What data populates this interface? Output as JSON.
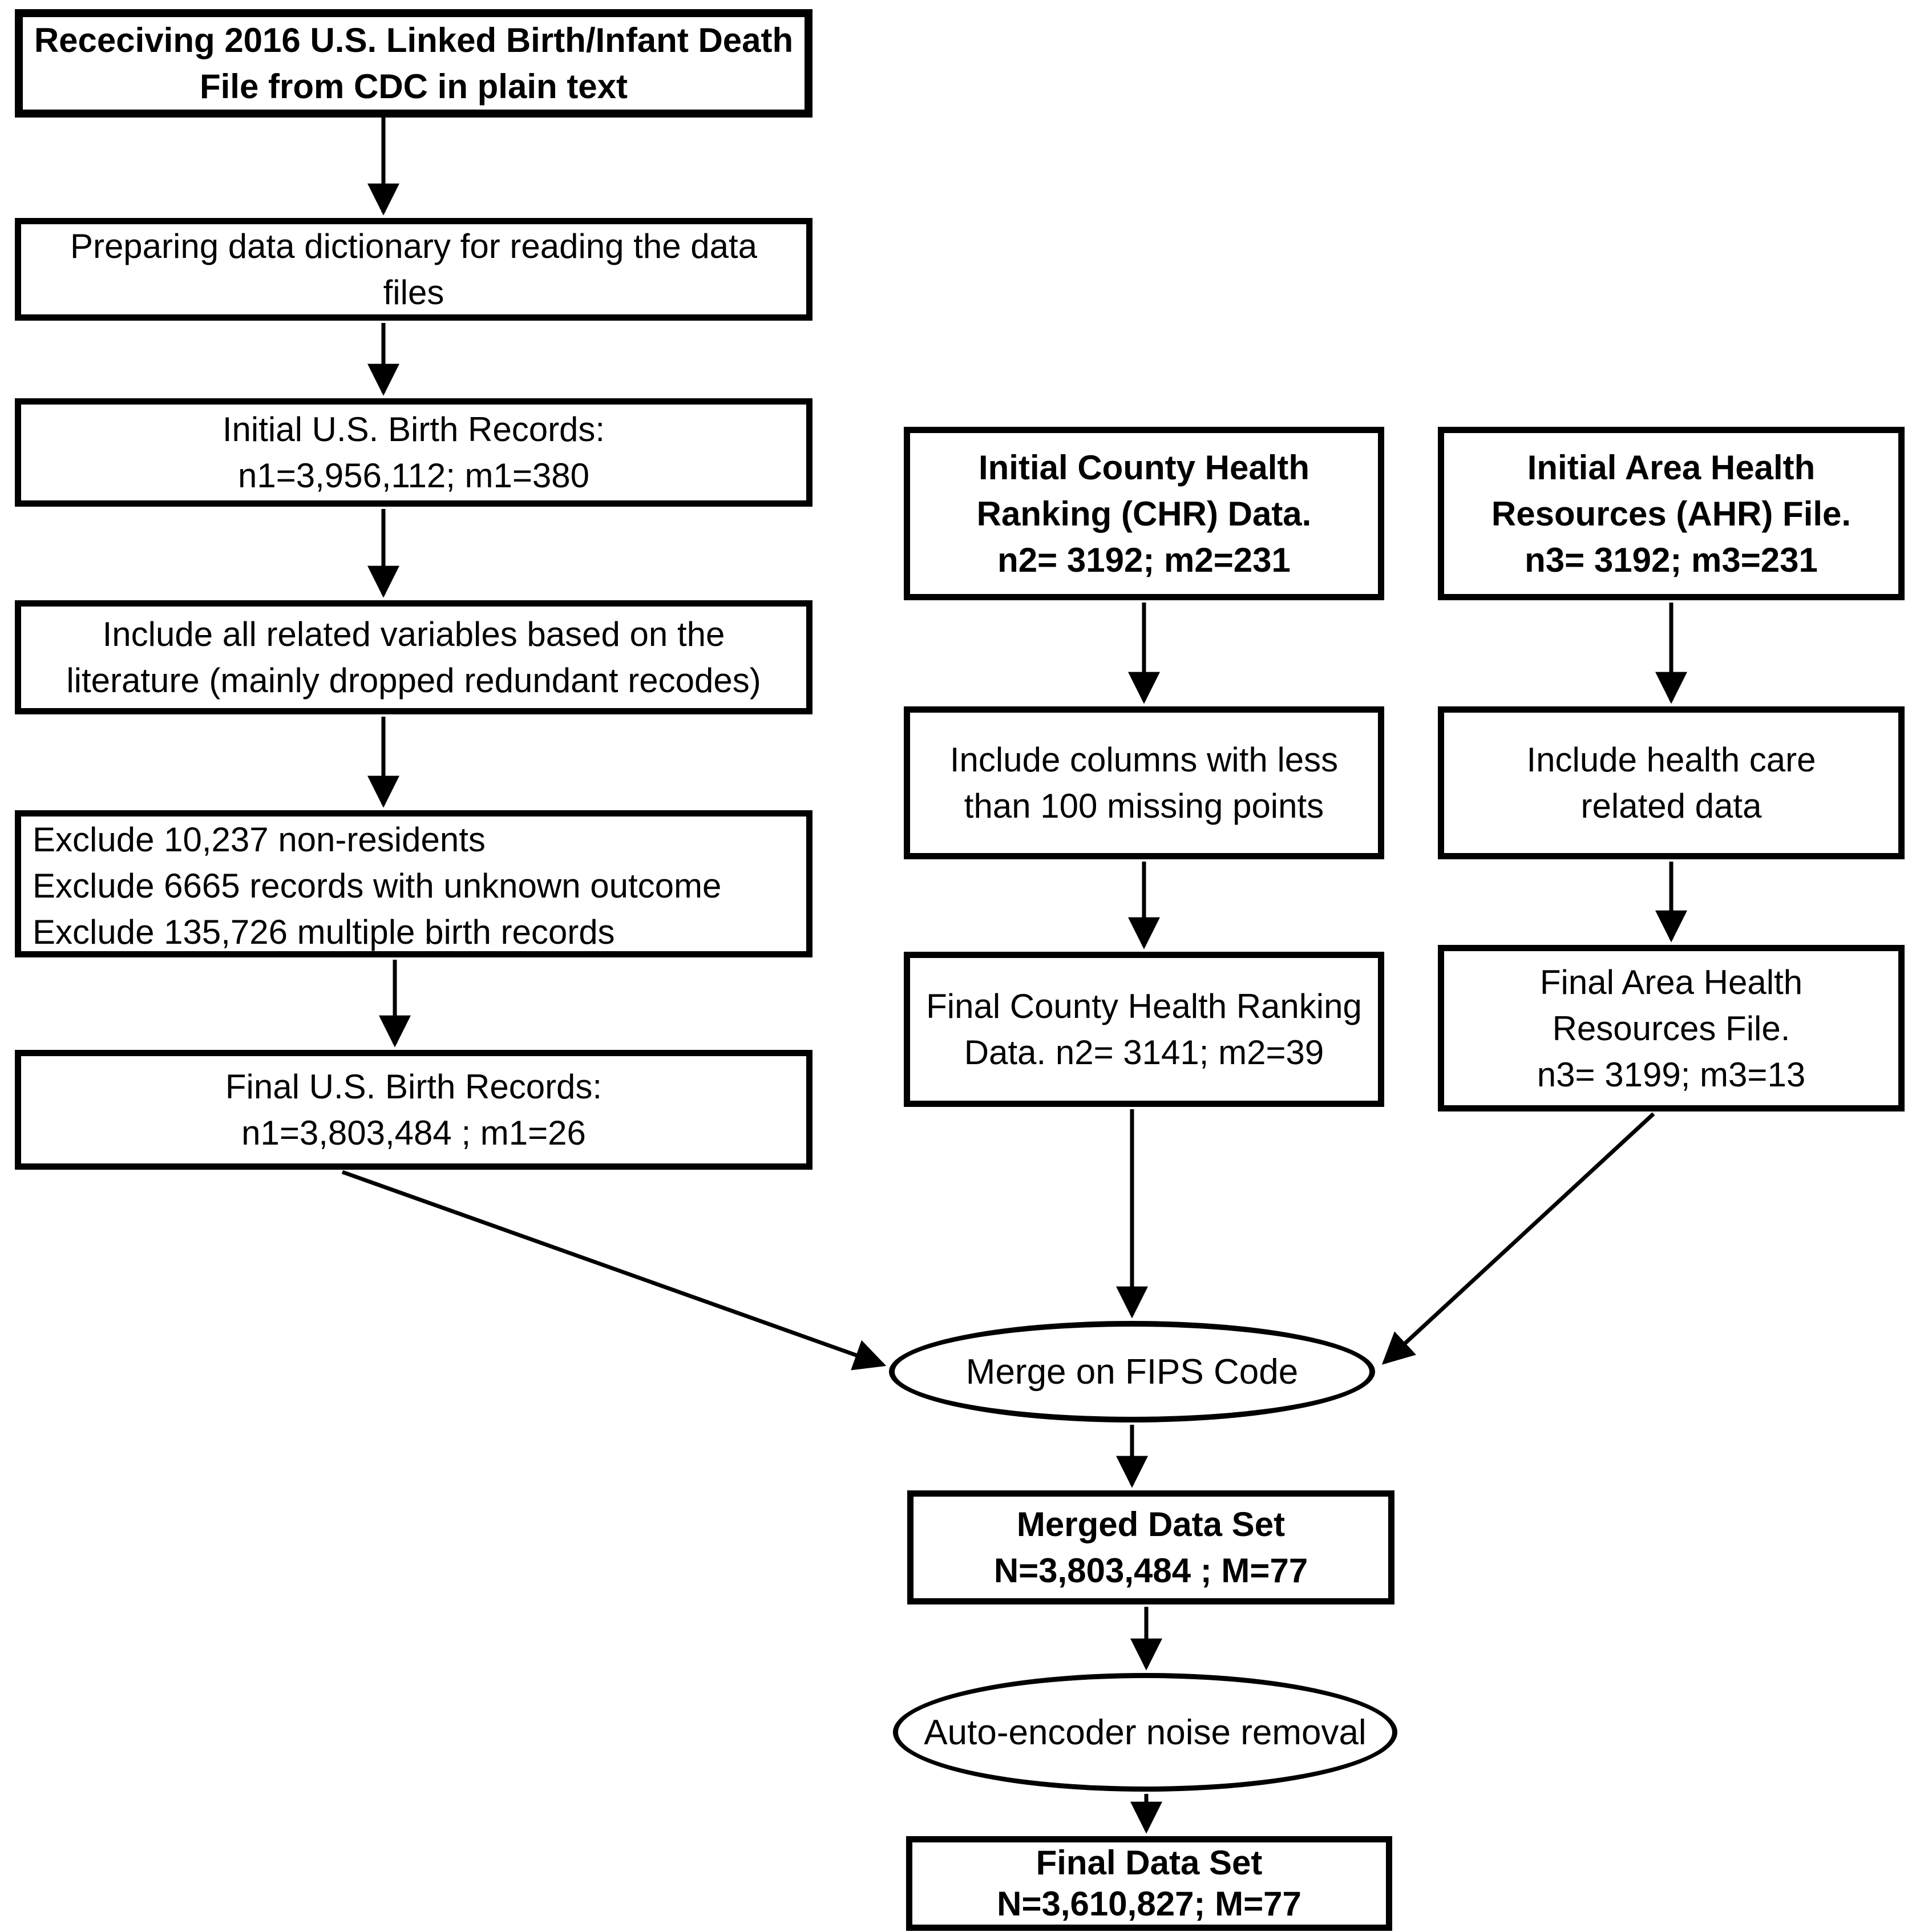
{
  "diagram_type": "flowchart",
  "colors": {
    "stroke": "#000000",
    "background": "#ffffff",
    "text": "#000000"
  },
  "nodes": {
    "receiving_file": {
      "shape": "rect",
      "bold": true,
      "lines": [
        "Receciving 2016 U.S. Linked Birth/Infant Death",
        "File from CDC in plain text"
      ]
    },
    "data_dictionary": {
      "shape": "rect",
      "bold": false,
      "lines": [
        "Preparing data dictionary for reading the data",
        "files"
      ]
    },
    "initial_birth_records": {
      "shape": "rect",
      "bold": false,
      "lines": [
        "Initial U.S. Birth Records:",
        "n1=3,956,112; m1=380"
      ]
    },
    "include_variables": {
      "shape": "rect",
      "bold": false,
      "lines": [
        "Include all related variables based on the",
        "literature (mainly dropped redundant recodes)"
      ]
    },
    "exclusions": {
      "shape": "rect",
      "bold": false,
      "lines": [
        "Exclude 10,237 non-residents",
        "Exclude 6665 records with unknown outcome",
        "Exclude 135,726 multiple birth records"
      ]
    },
    "final_birth_records": {
      "shape": "rect",
      "bold": false,
      "lines": [
        "Final U.S. Birth Records:",
        "n1=3,803,484 ; m1=26"
      ]
    },
    "initial_chr": {
      "shape": "rect",
      "bold": true,
      "lines": [
        "Initial County Health",
        "Ranking (CHR) Data.",
        "n2= 3192; m2=231"
      ]
    },
    "include_columns": {
      "shape": "rect",
      "bold": false,
      "lines": [
        "Include columns with less",
        "than 100 missing points"
      ]
    },
    "final_chr": {
      "shape": "rect",
      "bold": false,
      "lines": [
        "Final County Health Ranking",
        "Data. n2= 3141; m2=39"
      ]
    },
    "initial_ahr": {
      "shape": "rect",
      "bold": true,
      "lines": [
        "Initial Area Health",
        "Resources (AHR) File.",
        "n3= 3192; m3=231"
      ]
    },
    "include_health_care": {
      "shape": "rect",
      "bold": false,
      "lines": [
        "Include health care",
        "related data"
      ]
    },
    "final_ahr": {
      "shape": "rect",
      "bold": false,
      "lines": [
        "Final Area Health",
        "Resources File.",
        "n3= 3199; m3=13"
      ]
    },
    "merge_fips": {
      "shape": "ellipse",
      "bold": false,
      "label": "Merge on FIPS Code"
    },
    "merged_dataset": {
      "shape": "rect",
      "bold": true,
      "lines": [
        "Merged Data Set",
        "N=3,803,484 ; M=77"
      ]
    },
    "autoencoder": {
      "shape": "ellipse",
      "bold": false,
      "label": "Auto-encoder noise removal"
    },
    "final_dataset": {
      "shape": "rect",
      "bold": true,
      "lines": [
        "Final Data Set",
        "N=3,610,827; M=77"
      ]
    }
  },
  "edges": [
    {
      "from": "receiving_file",
      "to": "data_dictionary"
    },
    {
      "from": "data_dictionary",
      "to": "initial_birth_records"
    },
    {
      "from": "initial_birth_records",
      "to": "include_variables"
    },
    {
      "from": "include_variables",
      "to": "exclusions"
    },
    {
      "from": "exclusions",
      "to": "final_birth_records"
    },
    {
      "from": "initial_chr",
      "to": "include_columns"
    },
    {
      "from": "include_columns",
      "to": "final_chr"
    },
    {
      "from": "initial_ahr",
      "to": "include_health_care"
    },
    {
      "from": "include_health_care",
      "to": "final_ahr"
    },
    {
      "from": "final_birth_records",
      "to": "merge_fips"
    },
    {
      "from": "final_chr",
      "to": "merge_fips"
    },
    {
      "from": "final_ahr",
      "to": "merge_fips"
    },
    {
      "from": "merge_fips",
      "to": "merged_dataset"
    },
    {
      "from": "merged_dataset",
      "to": "autoencoder"
    },
    {
      "from": "autoencoder",
      "to": "final_dataset"
    }
  ]
}
